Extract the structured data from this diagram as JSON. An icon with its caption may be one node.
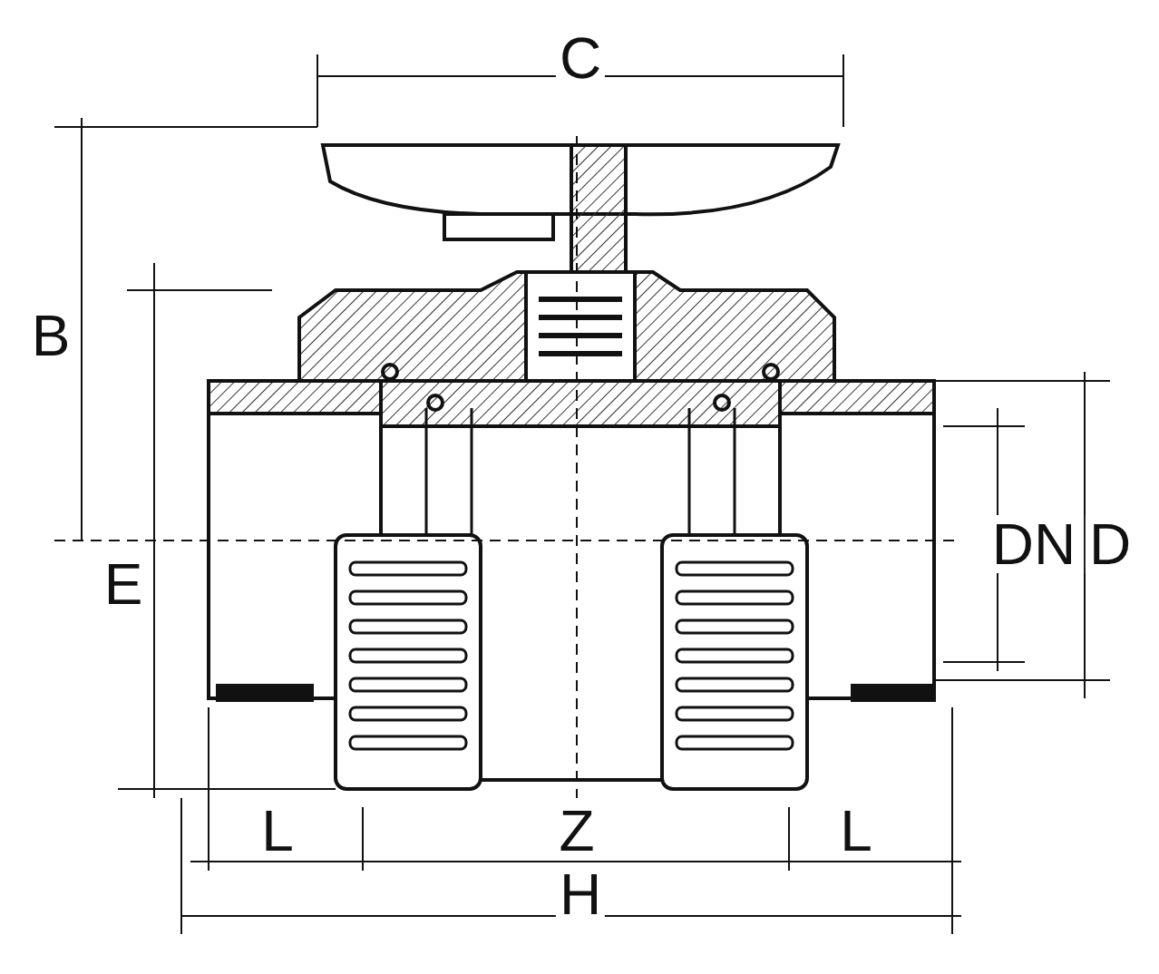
{
  "diagram": {
    "labels": [
      "C",
      "B",
      "DN",
      "D",
      "E",
      "L",
      "Z",
      "L",
      "H"
    ]
  }
}
